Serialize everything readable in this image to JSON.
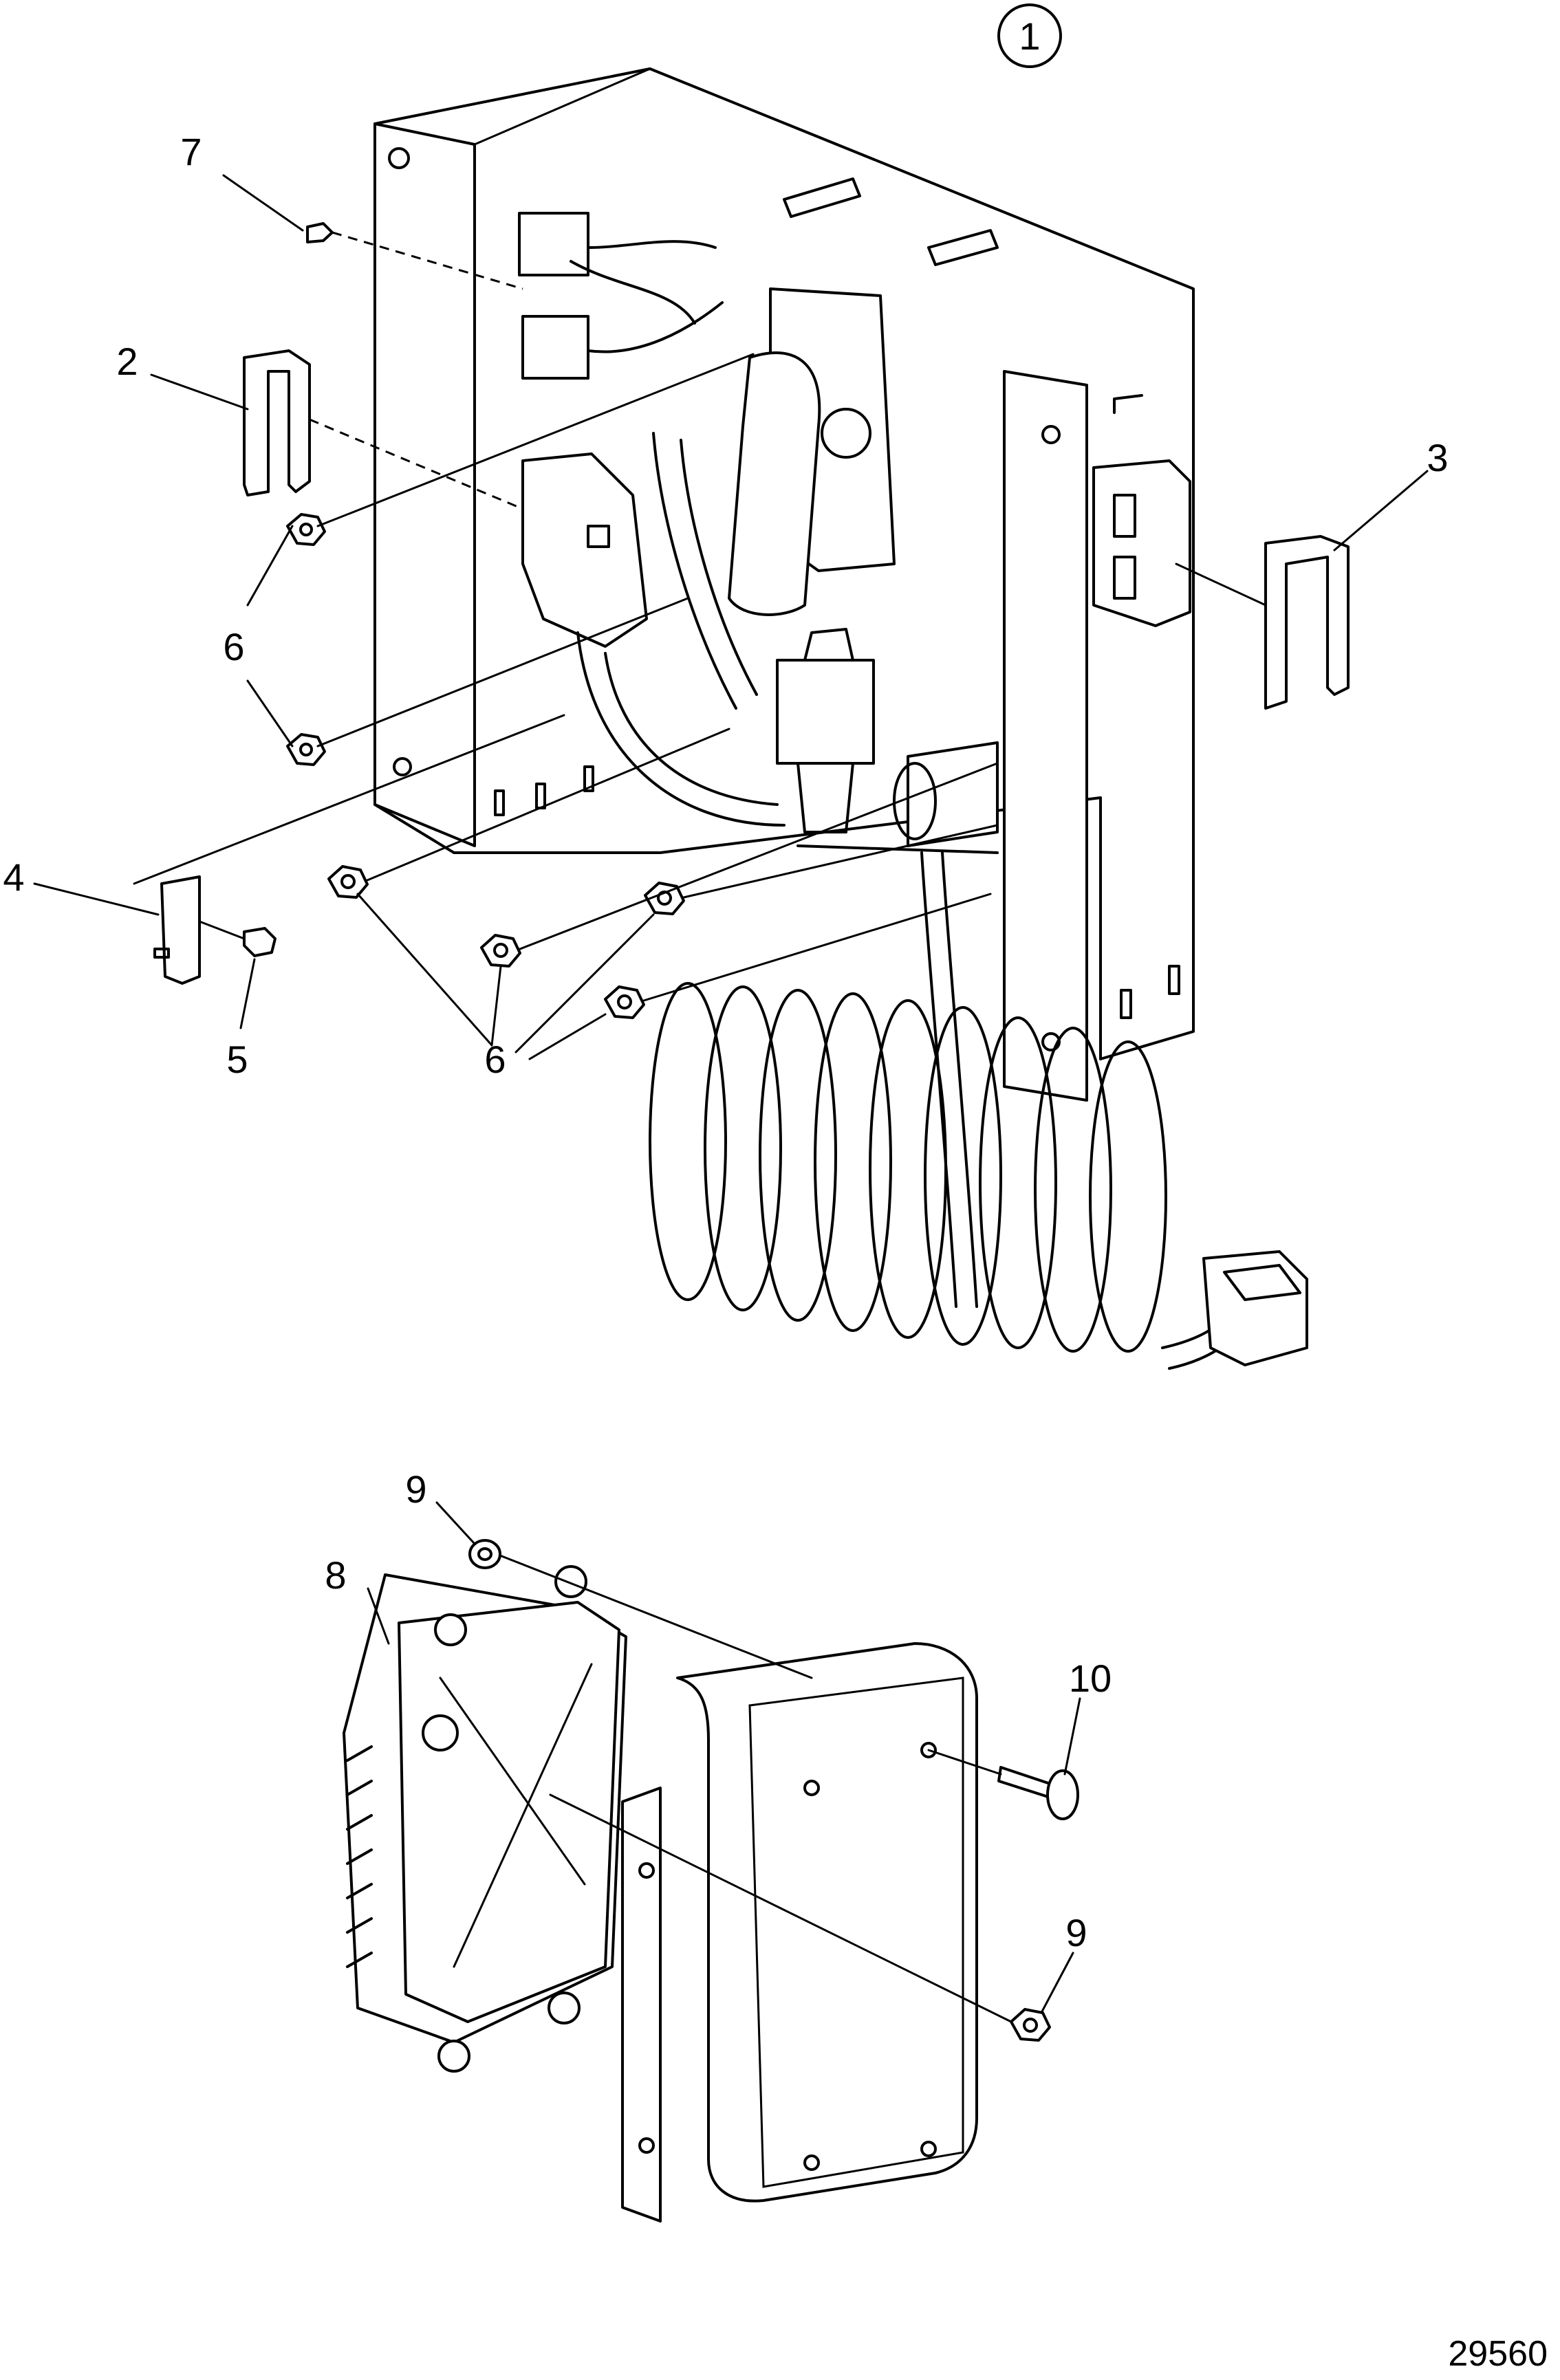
{
  "figure_number": "1",
  "drawing_reference": "29560",
  "callouts": [
    {
      "number": "1"
    },
    {
      "number": "2"
    },
    {
      "number": "3"
    },
    {
      "number": "4"
    },
    {
      "number": "5"
    },
    {
      "number": "6"
    },
    {
      "number": "6"
    },
    {
      "number": "7"
    },
    {
      "number": "8"
    },
    {
      "number": "9"
    },
    {
      "number": "9"
    },
    {
      "number": "10"
    }
  ]
}
